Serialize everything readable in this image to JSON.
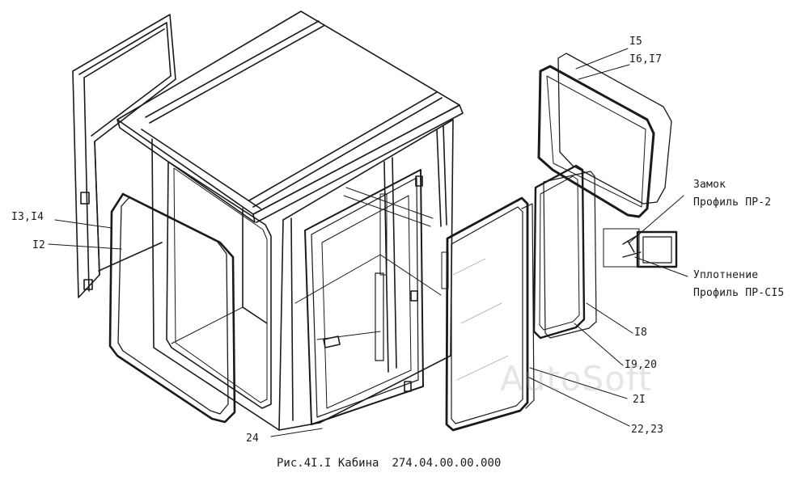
{
  "callouts": {
    "c15": "I5",
    "c16_17": "I6,I7",
    "c13_14": "I3,I4",
    "c12": "I2",
    "lock": "Замок",
    "profile_pr2": "Профиль ПР-2",
    "seal": "Уплотнение",
    "profile_prc15": "Профиль ПР-СI5",
    "c18": "I8",
    "c19_20": "I9,20",
    "c21": "2I",
    "c22_23": "22,23",
    "c24": "24"
  },
  "caption": {
    "figure": "Рис.4I.I Кабина",
    "number": "274.04.00.00.000"
  },
  "watermark": "AutoSoft"
}
